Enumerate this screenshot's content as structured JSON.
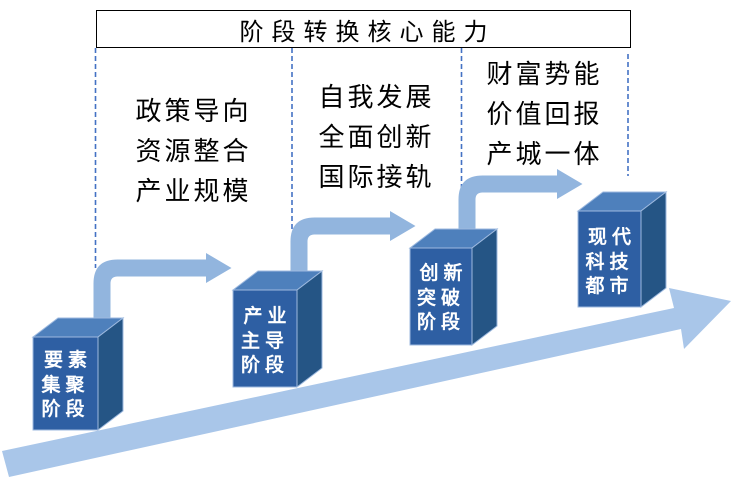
{
  "title": "阶段转换核心能力",
  "transitions": [
    {
      "lines": "政策导向\n资源整合\n产业规模"
    },
    {
      "lines": "自我发展\n全面创新\n国际接轨"
    },
    {
      "lines": "财富势能\n价值回报\n产城一体"
    }
  ],
  "stages": [
    {
      "label": "要素\n集聚\n阶段"
    },
    {
      "label": "产业\n主导\n阶段"
    },
    {
      "label": "创新\n突破\n阶段"
    },
    {
      "label": "现代\n科技\n都市"
    }
  ],
  "colors": {
    "box_front": "#2E5FA3",
    "box_top": "#4E80BC",
    "box_side": "#255585",
    "box_outline": "#9DB9DF",
    "elbow_arrow": "#92B5DE",
    "growth_arrow": "#A9C6E9",
    "dashed_line": "#4472C4",
    "title_border": "#000000",
    "label_text": "#FFFFFF",
    "body_text": "#000000"
  }
}
